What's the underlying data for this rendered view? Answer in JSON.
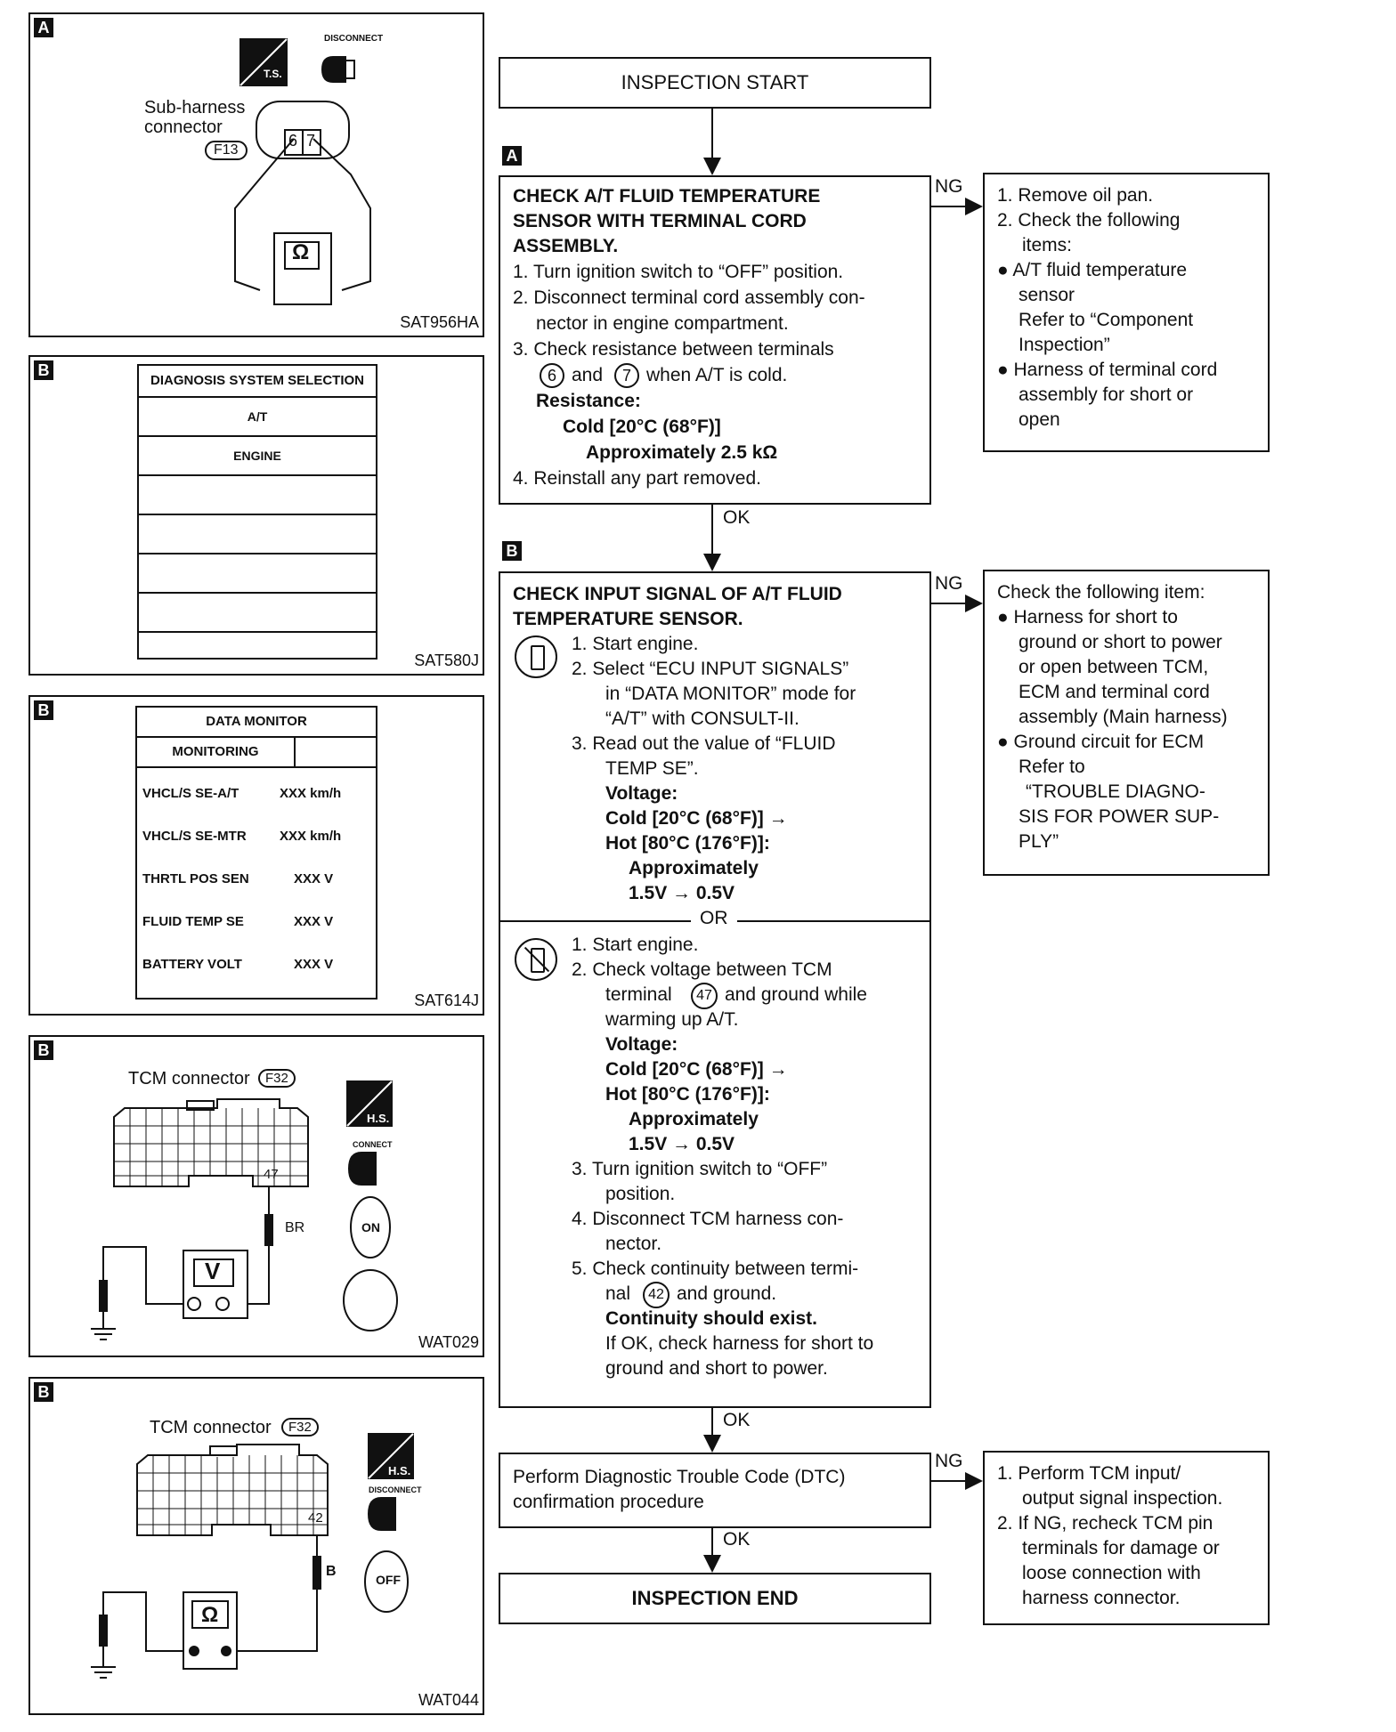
{
  "left_panels": {
    "p1": {
      "tag": "A",
      "sub_harness_label": [
        "Sub-harness",
        "connector"
      ],
      "connector_code": "F13",
      "pins": [
        "6",
        "7"
      ],
      "ts_label": "T.S.",
      "disconnect_label": "DISCONNECT",
      "ohm": "Ω",
      "code": "SAT956HA"
    },
    "p2": {
      "tag": "B",
      "title": "DIAGNOSIS SYSTEM SELECTION",
      "items": [
        "A/T",
        "ENGINE"
      ],
      "code": "SAT580J"
    },
    "p3": {
      "tag": "B",
      "title": "DATA MONITOR",
      "subheader": "MONITORING",
      "rows": [
        {
          "name": "VHCL/S SE-A/T",
          "value": "XXX km/h"
        },
        {
          "name": "VHCL/S SE-MTR",
          "value": "XXX km/h"
        },
        {
          "name": "THRTL POS SEN",
          "value": "XXX V"
        },
        {
          "name": "FLUID TEMP SE",
          "value": "XXX V"
        },
        {
          "name": "BATTERY VOLT",
          "value": "XXX V"
        }
      ],
      "code": "SAT614J"
    },
    "p4": {
      "tag": "B",
      "tcm_label": "TCM connector",
      "connector_code": "F32",
      "pin": "47",
      "wire": "BR",
      "meter": "V",
      "hs_label": "H.S.",
      "connect_label": "CONNECT",
      "on_label": "ON",
      "code": "WAT029"
    },
    "p5": {
      "tag": "B",
      "tcm_label": "TCM connector",
      "connector_code": "F32",
      "pin": "42",
      "wire": "B",
      "meter": "Ω",
      "hs_label": "H.S.",
      "disconnect_label": "DISCONNECT",
      "off_label": "OFF",
      "code": "WAT044"
    }
  },
  "flow": {
    "start": "INSPECTION START",
    "tag_a": "A",
    "tag_b": "B",
    "step1": {
      "title": [
        "CHECK A/T FLUID TEMPERATURE",
        "SENSOR WITH TERMINAL CORD",
        "ASSEMBLY."
      ],
      "lines": [
        "1. Turn ignition switch to “OFF” position.",
        "2. Disconnect terminal cord assembly con-",
        "nector in engine compartment.",
        "3. Check resistance between terminals"
      ],
      "terminals_line": [
        "6",
        "and",
        "7",
        "when A/T is cold."
      ],
      "res_label": "Resistance:",
      "res_cond": "Cold [20°C (68°F)]",
      "res_value": "Approximately 2.5 kΩ",
      "last": "4. Reinstall any part removed."
    },
    "step1_ng": [
      "1. Remove oil pan.",
      "2. Check the following",
      "items:",
      "● A/T fluid temperature",
      "sensor",
      "Refer to “Component",
      "Inspection”",
      "● Harness of terminal cord",
      "assembly for short or",
      "open"
    ],
    "step2": {
      "title": [
        "CHECK INPUT SIGNAL OF A/T FLUID",
        "TEMPERATURE SENSOR."
      ],
      "a_lines": [
        "1. Start engine.",
        "2. Select “ECU INPUT SIGNALS”",
        "in “DATA MONITOR” mode for",
        "“A/T” with CONSULT-II.",
        "3. Read out the value of “FLUID",
        "TEMP SE”."
      ],
      "a_bold": [
        "Voltage:",
        "Cold [20°C (68°F)] →",
        "Hot [80°C (176°F)]:",
        "Approximately",
        "1.5V → 0.5V"
      ],
      "or": "OR",
      "b_lines1": [
        "1. Start engine.",
        "2. Check voltage between TCM"
      ],
      "b_terminal": [
        "terminal",
        "47",
        "and ground while"
      ],
      "b_lines2": [
        "warming up A/T."
      ],
      "b_bold": [
        "Voltage:",
        "Cold [20°C (68°F)] →",
        "Hot [80°C (176°F)]:",
        "Approximately",
        "1.5V → 0.5V"
      ],
      "b_lines3": [
        "3. Turn ignition switch to “OFF”",
        "position.",
        "4. Disconnect TCM harness con-",
        "nector.",
        "5. Check continuity between termi-"
      ],
      "b_terminal2": [
        "nal",
        "42",
        "and ground."
      ],
      "b_cont": "Continuity should exist.",
      "b_last": [
        "If OK, check harness for short to",
        "ground and short to power."
      ]
    },
    "step2_ng": [
      "Check the following item:",
      "● Harness for short to",
      "ground or short to power",
      "or open between TCM,",
      "ECM and terminal cord",
      "assembly (Main harness)",
      "● Ground circuit for ECM",
      "Refer to",
      "“TROUBLE DIAGNO-",
      "SIS FOR POWER SUP-",
      "PLY”"
    ],
    "step3": [
      "Perform Diagnostic Trouble Code (DTC)",
      "confirmation procedure"
    ],
    "step3_ng": [
      "1. Perform TCM input/",
      "output signal inspection.",
      "2. If NG, recheck TCM pin",
      "terminals for damage or",
      "loose connection with",
      "harness connector."
    ],
    "end": "INSPECTION END",
    "ng": "NG",
    "ok": "OK"
  }
}
